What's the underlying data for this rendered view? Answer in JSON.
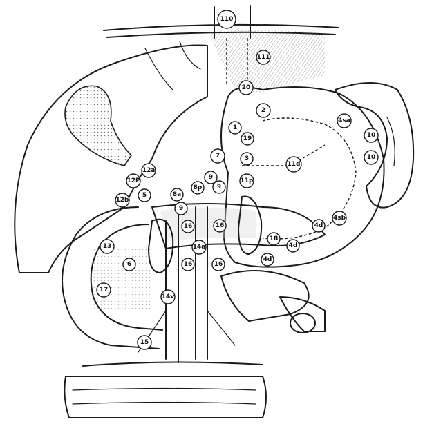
{
  "figure": {
    "nodes": [
      {
        "id": "n110",
        "label": "110"
      },
      {
        "id": "n111",
        "label": "111"
      },
      {
        "id": "n20",
        "label": "20"
      },
      {
        "id": "n2",
        "label": "2"
      },
      {
        "id": "n1",
        "label": "1"
      },
      {
        "id": "n19",
        "label": "19"
      },
      {
        "id": "n4sa",
        "label": "4sa"
      },
      {
        "id": "n10a",
        "label": "10"
      },
      {
        "id": "n10b",
        "label": "10"
      },
      {
        "id": "n11d",
        "label": "11d"
      },
      {
        "id": "n7",
        "label": "7"
      },
      {
        "id": "n3",
        "label": "3"
      },
      {
        "id": "n11p",
        "label": "11p"
      },
      {
        "id": "n12a",
        "label": "12a"
      },
      {
        "id": "n12p",
        "label": "12P"
      },
      {
        "id": "n12b",
        "label": "12b"
      },
      {
        "id": "n5",
        "label": "5"
      },
      {
        "id": "n9a",
        "label": "9"
      },
      {
        "id": "n9b",
        "label": "9"
      },
      {
        "id": "n8a",
        "label": "8a"
      },
      {
        "id": "n8p",
        "label": "8p"
      },
      {
        "id": "n9c",
        "label": "9"
      },
      {
        "id": "n4sb",
        "label": "4sb"
      },
      {
        "id": "n16a",
        "label": "16"
      },
      {
        "id": "n16b",
        "label": "16"
      },
      {
        "id": "n4d1",
        "label": "4d"
      },
      {
        "id": "n13",
        "label": "13"
      },
      {
        "id": "n14a",
        "label": "14a"
      },
      {
        "id": "n18",
        "label": "18"
      },
      {
        "id": "n4d2",
        "label": "4d"
      },
      {
        "id": "n6",
        "label": "6"
      },
      {
        "id": "n16c",
        "label": "16"
      },
      {
        "id": "n16d",
        "label": "16"
      },
      {
        "id": "n4d3",
        "label": "4d"
      },
      {
        "id": "n17",
        "label": "17"
      },
      {
        "id": "n14v",
        "label": "14v"
      },
      {
        "id": "n15",
        "label": "15"
      }
    ]
  }
}
